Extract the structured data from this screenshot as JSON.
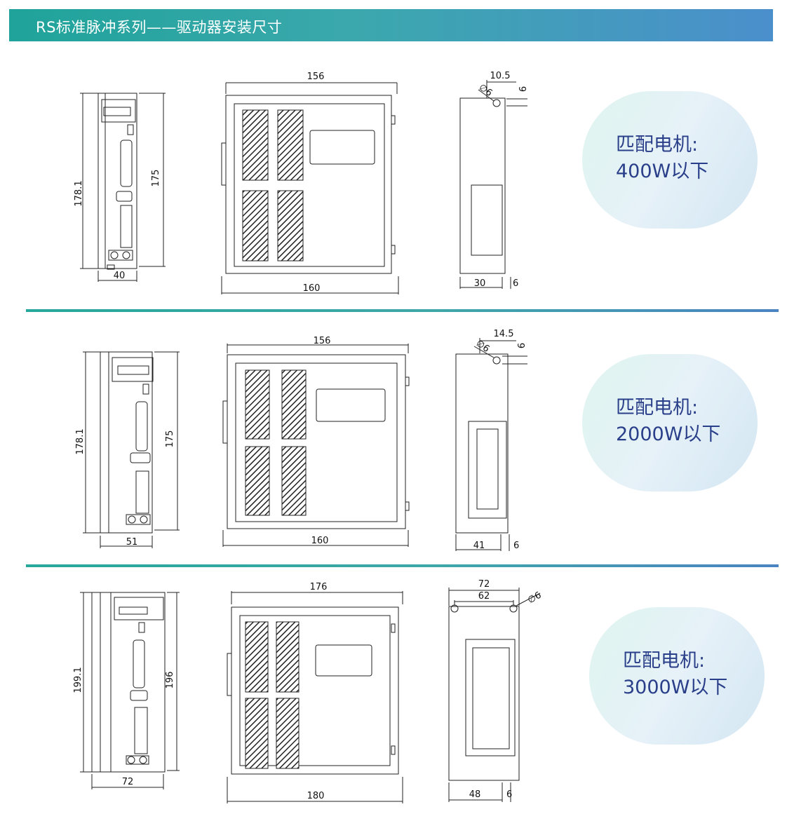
{
  "header": {
    "title": "RS标准脉冲系列——驱动器安装尺寸"
  },
  "rows": [
    {
      "badge": {
        "line1": "匹配电机:",
        "line2": "400W以下"
      },
      "front": {
        "height_total": "178.1",
        "height_mount": "175",
        "width": "40"
      },
      "side": {
        "depth_top": "156",
        "depth_bottom": "160"
      },
      "back": {
        "offset": "10.5",
        "hole": "∅6",
        "hole_dim": "6",
        "width": "30",
        "edge": "6"
      }
    },
    {
      "badge": {
        "line1": "匹配电机:",
        "line2": "2000W以下"
      },
      "front": {
        "height_total": "178.1",
        "height_mount": "175",
        "width": "51"
      },
      "side": {
        "depth_top": "156",
        "depth_bottom": "160"
      },
      "back": {
        "offset": "14.5",
        "hole": "∅6",
        "hole_dim": "6",
        "width": "41",
        "edge": "6"
      }
    },
    {
      "badge": {
        "line1": "匹配电机:",
        "line2": "3000W以下"
      },
      "front": {
        "height_total": "199.1",
        "height_mount": "196",
        "width": "72"
      },
      "side": {
        "depth_top": "176",
        "depth_bottom": "180"
      },
      "back": {
        "width_total": "72",
        "width_holes": "62",
        "hole": "∅6",
        "width": "48",
        "edge": "6"
      }
    }
  ],
  "colors": {
    "banner_start": "#1fa39a",
    "banner_end": "#4b8fcc",
    "badge_text": "#2a3f8a",
    "line": "#222222"
  }
}
